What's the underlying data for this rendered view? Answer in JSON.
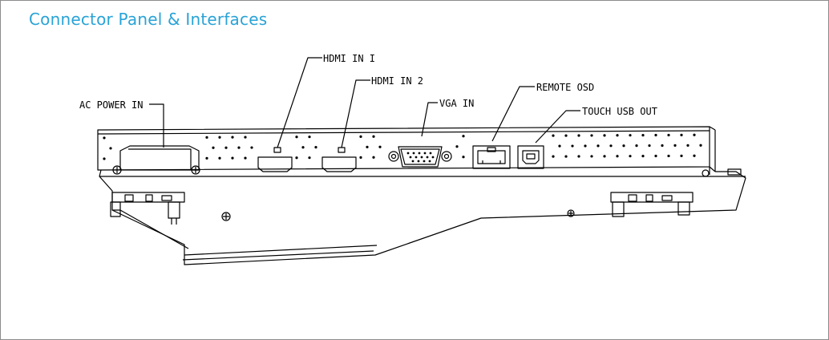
{
  "header": {
    "title": "Connector Panel & Interfaces"
  },
  "callouts": {
    "ac_power_in": "AC POWER IN",
    "hdmi_in_1": "HDMI IN I",
    "hdmi_in_2": "HDMI IN 2",
    "vga_in": "VGA IN",
    "remote_osd": "REMOTE OSD",
    "touch_usb_out": "TOUCH USB OUT"
  },
  "colors": {
    "title": "#29a3d6",
    "line": "#000000",
    "frame": "#8c8c8c"
  }
}
